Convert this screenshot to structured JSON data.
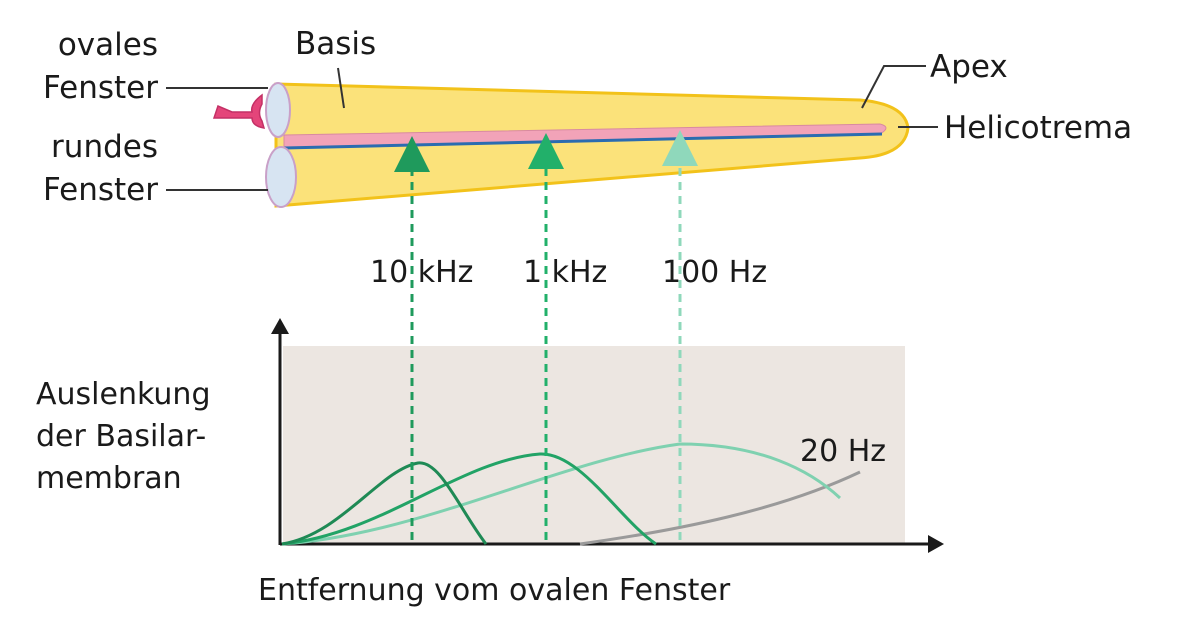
{
  "labels": {
    "oval_window": [
      "ovales",
      "Fenster"
    ],
    "round_window": [
      "rundes",
      "Fenster"
    ],
    "base": "Basis",
    "apex": "Apex",
    "helicotrema": "Helicotrema"
  },
  "frequencies": [
    "10 kHz",
    "1 kHz",
    "100 Hz"
  ],
  "curve_label": "20 Hz",
  "y_axis_label": [
    "Auslenkung",
    "der Basilar-",
    "membran"
  ],
  "x_axis_label": "Entfernung vom ovalen Fenster",
  "colors": {
    "cochlea_fill": "#fbe27a",
    "cochlea_stroke": "#f2c21a",
    "membrane": "#f2a3b8",
    "membrane_edge": "#2b6cb0",
    "window_fill": "#d7e4f2",
    "stapes": "#e4457a",
    "curve_10k": "#1f8a55",
    "curve_1k": "#22a366",
    "curve_100": "#7fd1b0",
    "curve_20": "#9a9a9a",
    "plot_bg": "#ece6e1",
    "axis": "#1a1a1a"
  }
}
